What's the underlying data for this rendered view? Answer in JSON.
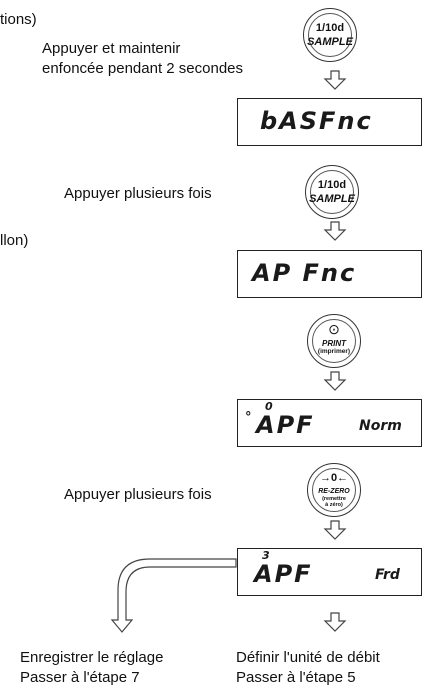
{
  "left_fragments": {
    "top": "tions)",
    "middle": "llon)"
  },
  "instructions": {
    "hold_line1": "Appuyer et maintenir",
    "hold_line2": "enfoncée pendant 2 secondes",
    "press_repeat_1": "Appuyer plusieurs fois",
    "press_repeat_2": "Appuyer plusieurs fois"
  },
  "buttons": {
    "sample_1": {
      "line1": "1/10d",
      "line2": "SAMPLE"
    },
    "sample_2": {
      "line1": "1/10d",
      "line2": "SAMPLE"
    },
    "print": {
      "symbol": "⊙",
      "line1": "PRINT",
      "line2": "(imprimer)"
    },
    "rezero": {
      "symbol": "→0←",
      "line1": "RE-ZERO",
      "line2": "(remettre",
      "line3": "à zéro)"
    }
  },
  "displays": {
    "basfnc": {
      "text": "bASFnc"
    },
    "apfnc": {
      "text": "AP Fnc"
    },
    "apf0": {
      "index": "0",
      "main": "APF",
      "value": "Norm"
    },
    "apf3": {
      "index": "3",
      "main": "APF",
      "value": "Frd"
    }
  },
  "outcomes": {
    "left_line1": "Enregistrer le réglage",
    "left_line2": "Passer à l'étape 7",
    "right_line1": "Définir l'unité de débit",
    "right_line2": "Passer à l'étape 5"
  }
}
